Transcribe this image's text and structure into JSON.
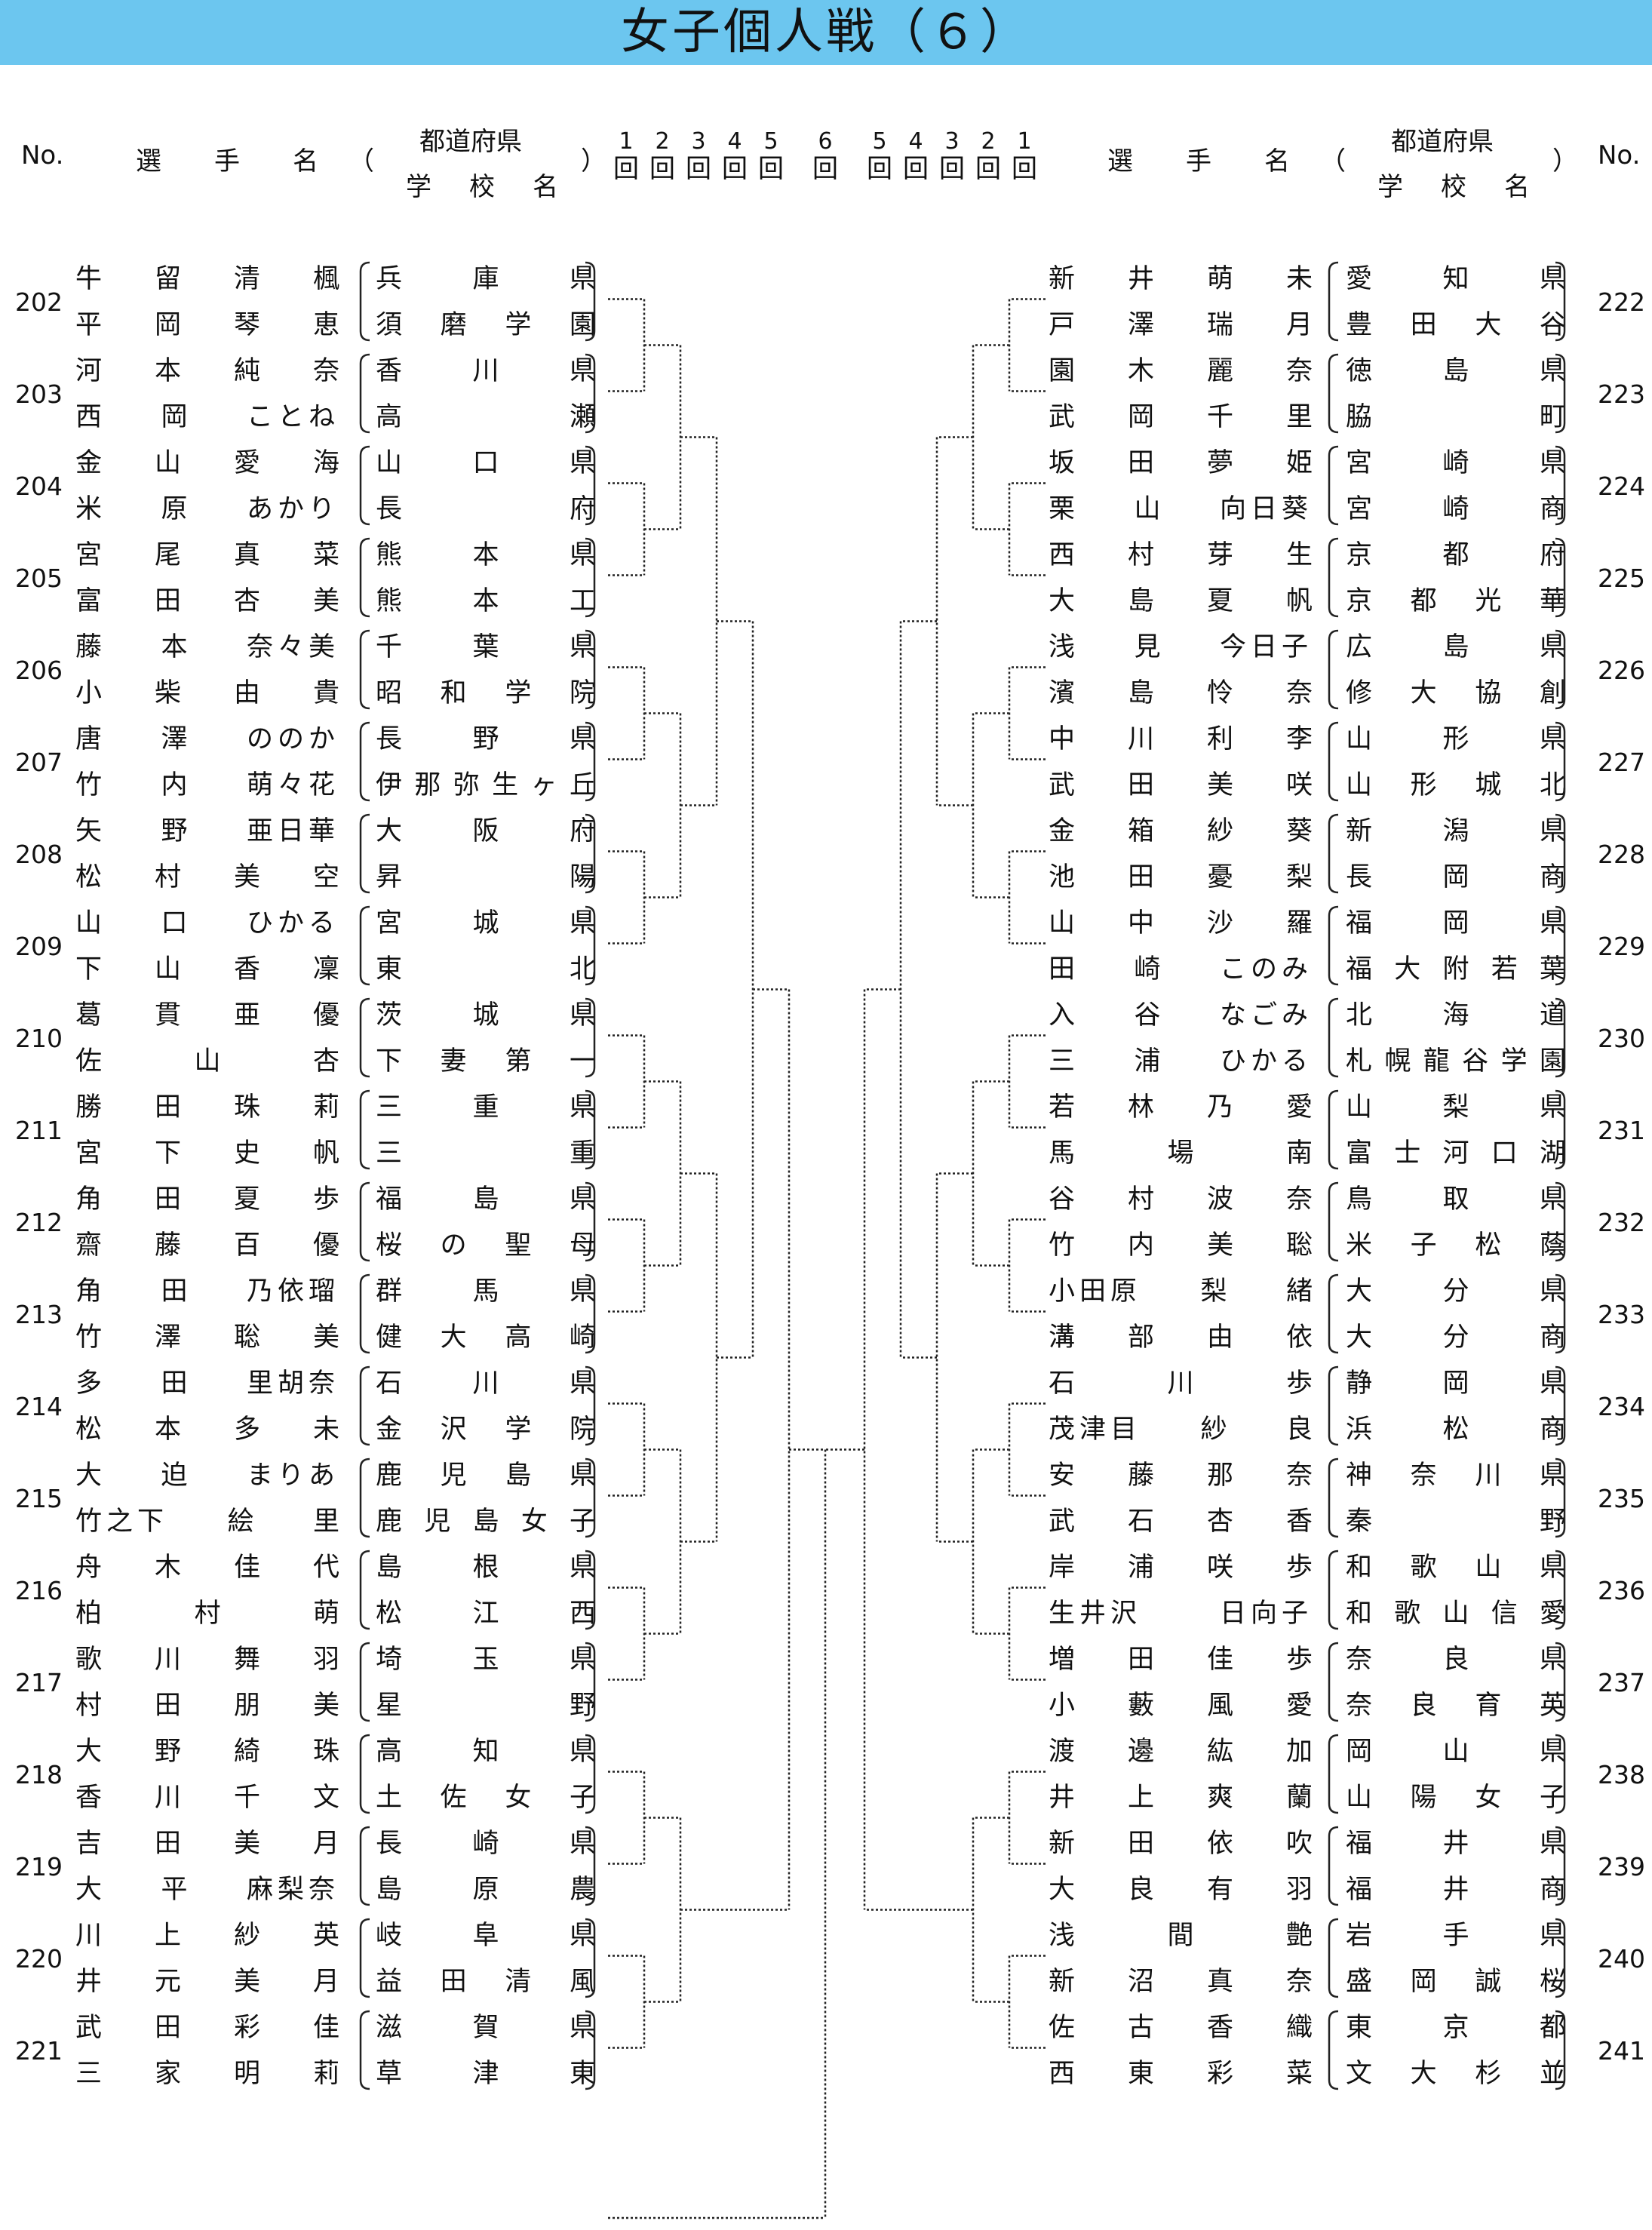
{
  "title": "女子個人戦（６）",
  "header": {
    "no": "No.",
    "player_name": "選　手　名",
    "open_paren": "（",
    "close_paren": "）",
    "pref": "都道府県",
    "school": "学　校　名",
    "rounds_left": [
      "1",
      "2",
      "3",
      "4",
      "5"
    ],
    "round_center": "6",
    "rounds_right": [
      "5",
      "4",
      "3",
      "2",
      "1"
    ],
    "round_char": "回"
  },
  "left": [
    {
      "no": "202",
      "p1": [
        "牛",
        "留",
        "清",
        "楓"
      ],
      "p2": [
        "平",
        "岡",
        "琴",
        "恵"
      ],
      "pref": [
        "兵",
        "庫",
        "県"
      ],
      "school": "須磨学園"
    },
    {
      "no": "203",
      "p1": [
        "河",
        "本",
        "純",
        "奈"
      ],
      "p2": [
        "西",
        "岡",
        "ことね"
      ],
      "pref": [
        "香",
        "川",
        "県"
      ],
      "school": "高　瀬"
    },
    {
      "no": "204",
      "p1": [
        "金",
        "山",
        "愛",
        "海"
      ],
      "p2": [
        "米",
        "原",
        "あかり"
      ],
      "pref": [
        "山",
        "口",
        "県"
      ],
      "school": "長　府"
    },
    {
      "no": "205",
      "p1": [
        "宮",
        "尾",
        "真",
        "菜"
      ],
      "p2": [
        "富",
        "田",
        "杏",
        "美"
      ],
      "pref": [
        "熊",
        "本",
        "県"
      ],
      "school": "熊本工"
    },
    {
      "no": "206",
      "p1": [
        "藤",
        "本",
        "奈々美"
      ],
      "p2": [
        "小",
        "柴",
        "由",
        "貴"
      ],
      "pref": [
        "千",
        "葉",
        "県"
      ],
      "school": "昭和学院"
    },
    {
      "no": "207",
      "p1": [
        "唐",
        "澤",
        "ののか"
      ],
      "p2": [
        "竹",
        "内",
        "萌々花"
      ],
      "pref": [
        "長",
        "野",
        "県"
      ],
      "school": "伊那弥生ヶ丘"
    },
    {
      "no": "208",
      "p1": [
        "矢",
        "野",
        "亜日華"
      ],
      "p2": [
        "松",
        "村",
        "美",
        "空"
      ],
      "pref": [
        "大",
        "阪",
        "府"
      ],
      "school": "昇　陽"
    },
    {
      "no": "209",
      "p1": [
        "山",
        "口",
        "ひかる"
      ],
      "p2": [
        "下",
        "山",
        "香",
        "凜"
      ],
      "pref": [
        "宮",
        "城",
        "県"
      ],
      "school": "東　北"
    },
    {
      "no": "210",
      "p1": [
        "葛",
        "貫",
        "亜",
        "優"
      ],
      "p2": [
        "佐",
        "山",
        "杏"
      ],
      "pref": [
        "茨",
        "城",
        "県"
      ],
      "school": "下妻第一"
    },
    {
      "no": "211",
      "p1": [
        "勝",
        "田",
        "珠",
        "莉"
      ],
      "p2": [
        "宮",
        "下",
        "史",
        "帆"
      ],
      "pref": [
        "三",
        "重",
        "県"
      ],
      "school": "三　重"
    },
    {
      "no": "212",
      "p1": [
        "角",
        "田",
        "夏",
        "歩"
      ],
      "p2": [
        "齋",
        "藤",
        "百",
        "優"
      ],
      "pref": [
        "福",
        "島",
        "県"
      ],
      "school": "桜の聖母"
    },
    {
      "no": "213",
      "p1": [
        "角",
        "田",
        "乃依瑠"
      ],
      "p2": [
        "竹",
        "澤",
        "聡",
        "美"
      ],
      "pref": [
        "群",
        "馬",
        "県"
      ],
      "school": "健大高崎"
    },
    {
      "no": "214",
      "p1": [
        "多",
        "田",
        "里胡奈"
      ],
      "p2": [
        "松",
        "本",
        "多",
        "未"
      ],
      "pref": [
        "石",
        "川",
        "県"
      ],
      "school": "金沢学院"
    },
    {
      "no": "215",
      "p1": [
        "大",
        "迫",
        "まりあ"
      ],
      "p2": [
        "竹之下",
        "絵",
        "里"
      ],
      "pref": [
        "鹿",
        "児",
        "島",
        "県"
      ],
      "school": "鹿児島女子"
    },
    {
      "no": "216",
      "p1": [
        "舟",
        "木",
        "佳",
        "代"
      ],
      "p2": [
        "柏",
        "村",
        "萌"
      ],
      "pref": [
        "島",
        "根",
        "県"
      ],
      "school": "松江西"
    },
    {
      "no": "217",
      "p1": [
        "歌",
        "川",
        "舞",
        "羽"
      ],
      "p2": [
        "村",
        "田",
        "朋",
        "美"
      ],
      "pref": [
        "埼",
        "玉",
        "県"
      ],
      "school": "星　野"
    },
    {
      "no": "218",
      "p1": [
        "大",
        "野",
        "綺",
        "珠"
      ],
      "p2": [
        "香",
        "川",
        "千",
        "文"
      ],
      "pref": [
        "高",
        "知",
        "県"
      ],
      "school": "土佐女子"
    },
    {
      "no": "219",
      "p1": [
        "吉",
        "田",
        "美",
        "月"
      ],
      "p2": [
        "大",
        "平",
        "麻梨奈"
      ],
      "pref": [
        "長",
        "崎",
        "県"
      ],
      "school": "島原農"
    },
    {
      "no": "220",
      "p1": [
        "川",
        "上",
        "紗",
        "英"
      ],
      "p2": [
        "井",
        "元",
        "美",
        "月"
      ],
      "pref": [
        "岐",
        "阜",
        "県"
      ],
      "school": "益田清風"
    },
    {
      "no": "221",
      "p1": [
        "武",
        "田",
        "彩",
        "佳"
      ],
      "p2": [
        "三",
        "家",
        "明",
        "莉"
      ],
      "pref": [
        "滋",
        "賀",
        "県"
      ],
      "school": "草津東"
    }
  ],
  "right": [
    {
      "no": "222",
      "p1": [
        "新",
        "井",
        "萌",
        "未"
      ],
      "p2": [
        "戸",
        "澤",
        "瑞",
        "月"
      ],
      "pref": [
        "愛",
        "知",
        "県"
      ],
      "school": "豊田大谷"
    },
    {
      "no": "223",
      "p1": [
        "園",
        "木",
        "麗",
        "奈"
      ],
      "p2": [
        "武",
        "岡",
        "千",
        "里"
      ],
      "pref": [
        "徳",
        "島",
        "県"
      ],
      "school": "脇　町"
    },
    {
      "no": "224",
      "p1": [
        "坂",
        "田",
        "夢",
        "姫"
      ],
      "p2": [
        "栗",
        "山",
        "向日葵"
      ],
      "pref": [
        "宮",
        "崎",
        "県"
      ],
      "school": "宮崎商"
    },
    {
      "no": "225",
      "p1": [
        "西",
        "村",
        "芽",
        "生"
      ],
      "p2": [
        "大",
        "島",
        "夏",
        "帆"
      ],
      "pref": [
        "京",
        "都",
        "府"
      ],
      "school": "京都光華"
    },
    {
      "no": "226",
      "p1": [
        "浅",
        "見",
        "今日子"
      ],
      "p2": [
        "濱",
        "島",
        "怜",
        "奈"
      ],
      "pref": [
        "広",
        "島",
        "県"
      ],
      "school": "修大協創"
    },
    {
      "no": "227",
      "p1": [
        "中",
        "川",
        "利",
        "李"
      ],
      "p2": [
        "武",
        "田",
        "美",
        "咲"
      ],
      "pref": [
        "山",
        "形",
        "県"
      ],
      "school": "山形城北"
    },
    {
      "no": "228",
      "p1": [
        "金",
        "箱",
        "紗",
        "葵"
      ],
      "p2": [
        "池",
        "田",
        "憂",
        "梨"
      ],
      "pref": [
        "新",
        "潟",
        "県"
      ],
      "school": "長岡商"
    },
    {
      "no": "229",
      "p1": [
        "山",
        "中",
        "沙",
        "羅"
      ],
      "p2": [
        "田",
        "崎",
        "このみ"
      ],
      "pref": [
        "福",
        "岡",
        "県"
      ],
      "school": "福大附若葉"
    },
    {
      "no": "230",
      "p1": [
        "入",
        "谷",
        "なごみ"
      ],
      "p2": [
        "三",
        "浦",
        "ひかる"
      ],
      "pref": [
        "北",
        "海",
        "道"
      ],
      "school": "札幌龍谷学園"
    },
    {
      "no": "231",
      "p1": [
        "若",
        "林",
        "乃",
        "愛"
      ],
      "p2": [
        "馬",
        "場",
        "南"
      ],
      "pref": [
        "山",
        "梨",
        "県"
      ],
      "school": "富士河口湖"
    },
    {
      "no": "232",
      "p1": [
        "谷",
        "村",
        "波",
        "奈"
      ],
      "p2": [
        "竹",
        "内",
        "美",
        "聡"
      ],
      "pref": [
        "鳥",
        "取",
        "県"
      ],
      "school": "米子松蔭"
    },
    {
      "no": "233",
      "p1": [
        "小田原",
        "梨",
        "緒"
      ],
      "p2": [
        "溝",
        "部",
        "由",
        "依"
      ],
      "pref": [
        "大",
        "分",
        "県"
      ],
      "school": "大分商"
    },
    {
      "no": "234",
      "p1": [
        "石",
        "川",
        "歩"
      ],
      "p2": [
        "茂津目",
        "紗",
        "良"
      ],
      "pref": [
        "静",
        "岡",
        "県"
      ],
      "school": "浜松商"
    },
    {
      "no": "235",
      "p1": [
        "安",
        "藤",
        "那",
        "奈"
      ],
      "p2": [
        "武",
        "石",
        "杏",
        "香"
      ],
      "pref": [
        "神",
        "奈",
        "川",
        "県"
      ],
      "school": "秦　野"
    },
    {
      "no": "236",
      "p1": [
        "岸",
        "浦",
        "咲",
        "歩"
      ],
      "p2": [
        "生井沢",
        "日向子"
      ],
      "pref": [
        "和",
        "歌",
        "山",
        "県"
      ],
      "school": "和歌山信愛"
    },
    {
      "no": "237",
      "p1": [
        "増",
        "田",
        "佳",
        "歩"
      ],
      "p2": [
        "小",
        "藪",
        "風",
        "愛"
      ],
      "pref": [
        "奈",
        "良",
        "県"
      ],
      "school": "奈良育英"
    },
    {
      "no": "238",
      "p1": [
        "渡",
        "邊",
        "紘",
        "加"
      ],
      "p2": [
        "井",
        "上",
        "爽",
        "蘭"
      ],
      "pref": [
        "岡",
        "山",
        "県"
      ],
      "school": "山陽女子"
    },
    {
      "no": "239",
      "p1": [
        "新",
        "田",
        "依",
        "吹"
      ],
      "p2": [
        "大",
        "良",
        "有",
        "羽"
      ],
      "pref": [
        "福",
        "井",
        "県"
      ],
      "school": "福井商"
    },
    {
      "no": "240",
      "p1": [
        "浅",
        "間",
        "艶"
      ],
      "p2": [
        "新",
        "沼",
        "真",
        "奈"
      ],
      "pref": [
        "岩",
        "手",
        "県"
      ],
      "school": "盛岡誠桜"
    },
    {
      "no": "241",
      "p1": [
        "佐",
        "古",
        "香",
        "織"
      ],
      "p2": [
        "西",
        "東",
        "彩",
        "菜"
      ],
      "pref": [
        "東",
        "京",
        "都"
      ],
      "school": "文大杉並"
    }
  ]
}
